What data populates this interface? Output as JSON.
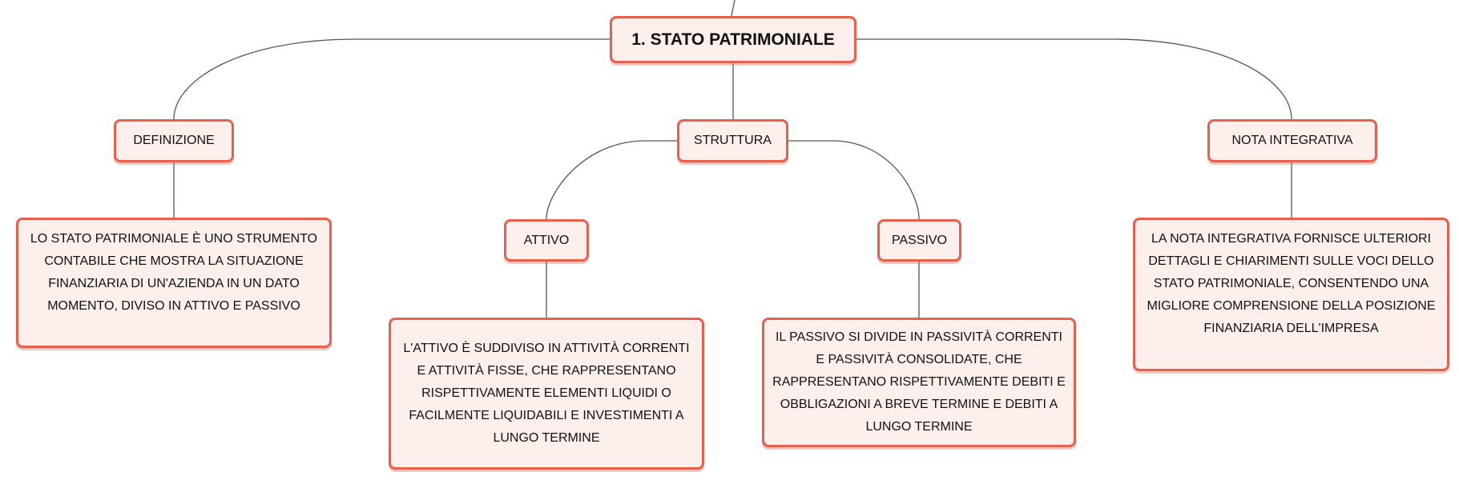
{
  "colors": {
    "border": "#e8604c",
    "fill": "#fdf0ec",
    "line": "#555555"
  },
  "root": {
    "label": "1. STATO PATRIMONIALE"
  },
  "branches": {
    "definizione": {
      "label": "DEFINIZIONE",
      "text": "LO STATO PATRIMONIALE È UNO STRUMENTO CONTABILE CHE MOSTRA LA SITUAZIONE FINANZIARIA DI UN'AZIENDA IN UN DATO MOMENTO, DIVISO IN ATTIVO E PASSIVO"
    },
    "struttura": {
      "label": "STRUTTURA",
      "attivo": {
        "label": "ATTIVO",
        "text": "L'ATTIVO È SUDDIVISO IN ATTIVITÀ CORRENTI E ATTIVITÀ FISSE, CHE RAPPRESENTANO RISPETTIVAMENTE ELEMENTI LIQUIDI O FACILMENTE LIQUIDABILI E INVESTIMENTI A LUNGO TERMINE"
      },
      "passivo": {
        "label": "PASSIVO",
        "text": "IL PASSIVO SI DIVIDE IN PASSIVITÀ CORRENTI E PASSIVITÀ CONSOLIDATE, CHE RAPPRESENTANO RISPETTIVAMENTE DEBITI E OBBLIGAZIONI A BREVE TERMINE E DEBITI A LUNGO TERMINE"
      }
    },
    "nota": {
      "label": "NOTA INTEGRATIVA",
      "text": "LA NOTA INTEGRATIVA FORNISCE ULTERIORI DETTAGLI E CHIARIMENTI SULLE VOCI DELLO STATO PATRIMONIALE, CONSENTENDO UNA MIGLIORE COMPRENSIONE DELLA POSIZIONE FINANZIARIA DELL'IMPRESA"
    }
  }
}
